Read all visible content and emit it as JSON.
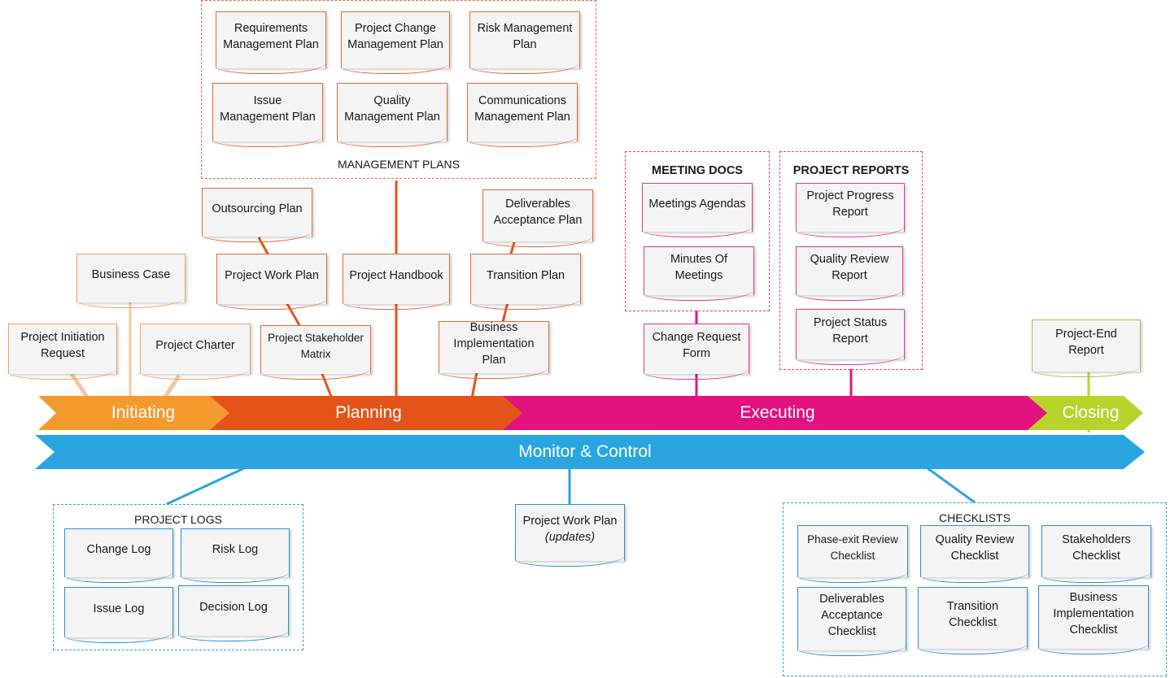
{
  "management_plans": {
    "title": "MANAGEMENT PLANS",
    "docs": [
      "Requirements Management Plan",
      "Project Change Management Plan",
      "Risk Management Plan",
      "Issue Management Plan",
      "Quality Management Plan",
      "Communications Management Plan"
    ]
  },
  "initiating_docs": {
    "business_case": "Business Case",
    "project_initiation_request": "Project Initiation Request",
    "project_charter": "Project Charter"
  },
  "planning_docs": {
    "outsourcing_plan": "Outsourcing Plan",
    "project_work_plan": "Project Work Plan",
    "stakeholder_matrix": "Project Stakeholder Matrix",
    "project_handbook": "Project Handbook",
    "deliverables_acceptance_plan": "Deliverables Acceptance Plan",
    "transition_plan": "Transition Plan",
    "business_implementation_plan": "Business Implementation Plan"
  },
  "meeting_docs": {
    "title": "MEETING DOCS",
    "docs": [
      "Meetings Agendas",
      "Minutes Of Meetings"
    ]
  },
  "change_request_form": "Change Request Form",
  "project_reports": {
    "title": "PROJECT REPORTS",
    "docs": [
      "Project Progress Report",
      "Quality Review Report",
      "Project Status Report"
    ]
  },
  "closing_docs": {
    "project_end_report": "Project-End Report"
  },
  "phases": {
    "initiating": "Initiating",
    "planning": "Planning",
    "executing": "Executing",
    "closing": "Closing",
    "monitor_control": "Monitor & Control"
  },
  "project_logs": {
    "title": "PROJECT LOGS",
    "docs": [
      "Change Log",
      "Risk Log",
      "Issue Log",
      "Decision Log"
    ]
  },
  "work_plan_updates": {
    "main": "Project Work Plan",
    "note": "(updates)"
  },
  "checklists": {
    "title": "CHECKLISTS",
    "docs": [
      "Phase-exit Review Checklist",
      "Quality Review Checklist",
      "Stakeholders Checklist",
      "Deliverables Acceptance Checklist",
      "Transition Checklist",
      "Business Implementation Checklist"
    ]
  },
  "colors": {
    "initiating": "#f39a2f",
    "planning": "#e4531a",
    "executing": "#e2137e",
    "closing": "#b8d32c",
    "monitor": "#2aa5df"
  }
}
